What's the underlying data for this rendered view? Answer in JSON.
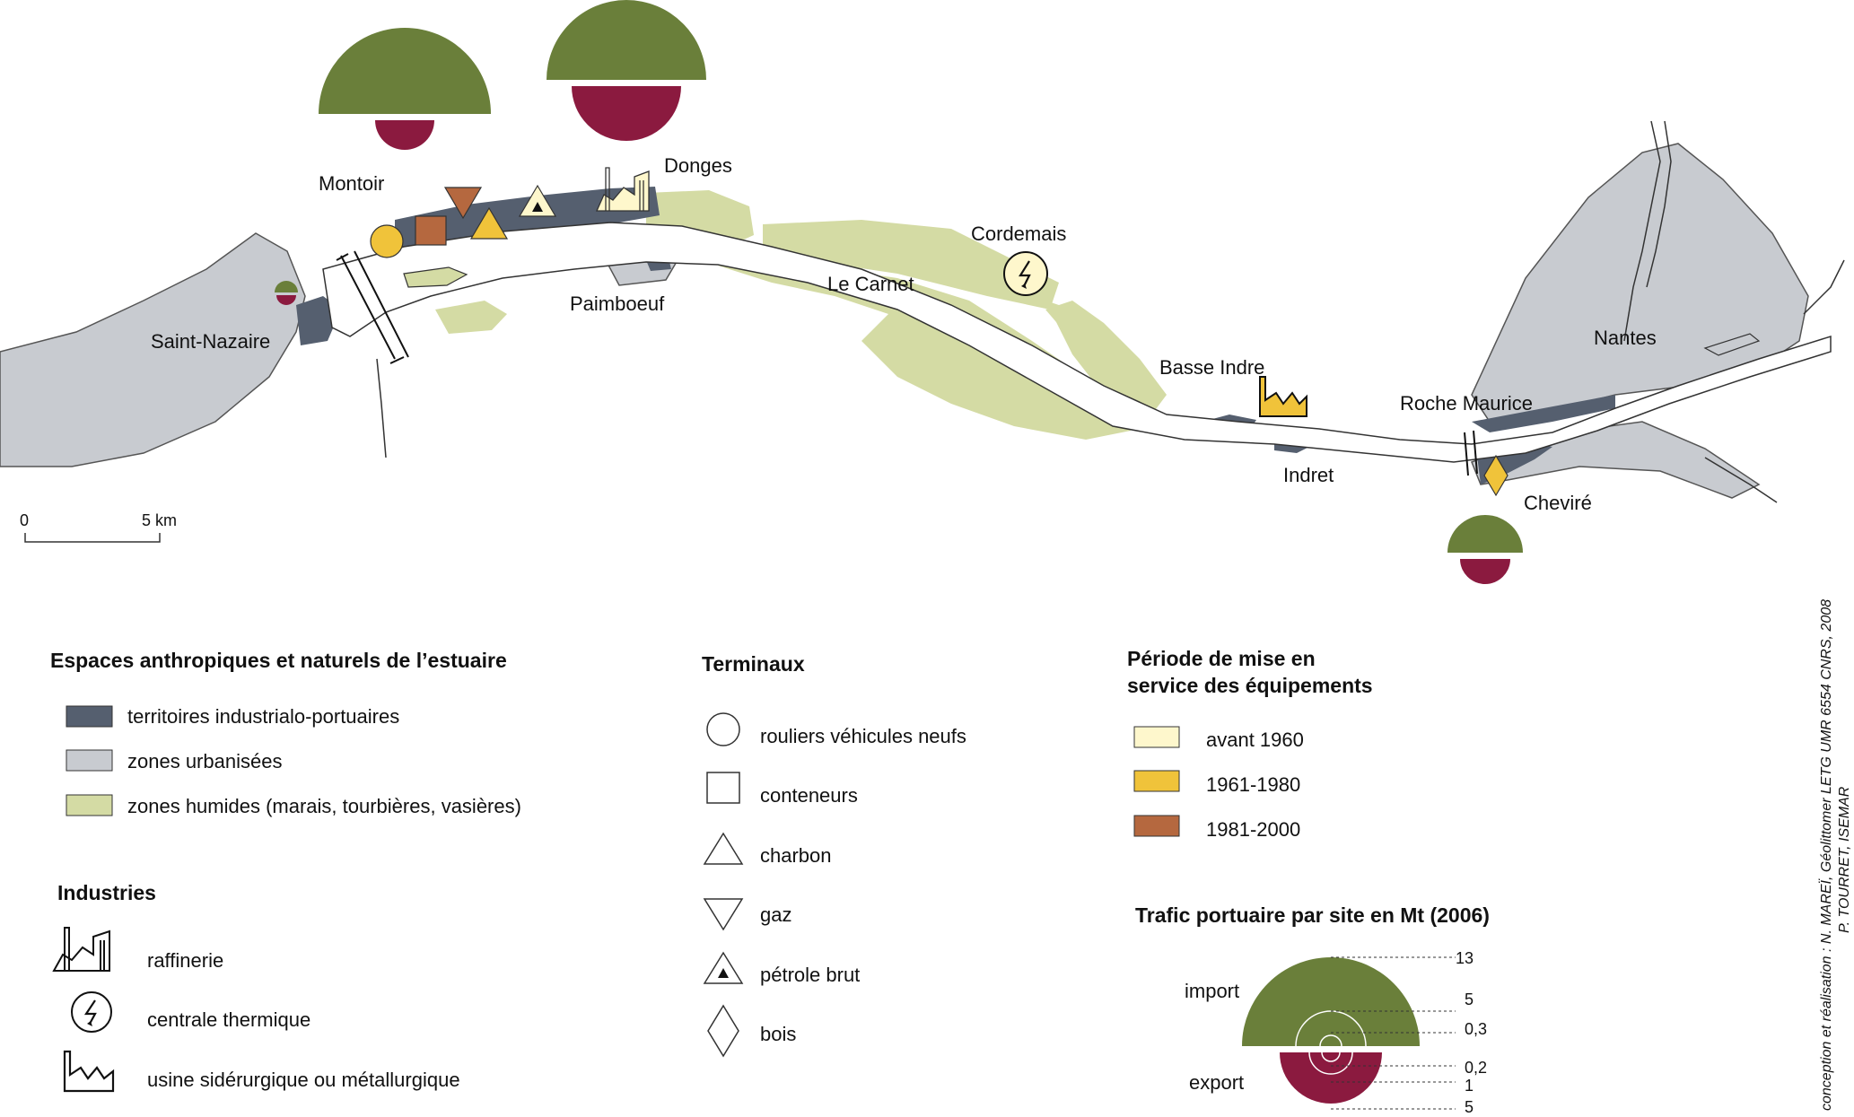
{
  "colors": {
    "industrial": "#555f6f",
    "urban": "#c8cbd0",
    "wetland": "#d4dba4",
    "period_before_1960": "#fef7cc",
    "period_1961_1980": "#f0c33a",
    "period_1981_2000": "#b5683f",
    "import": "#6a7f3a",
    "export": "#8b1a3f"
  },
  "places": {
    "saint_nazaire": "Saint-Nazaire",
    "montoir": "Montoir",
    "donges": "Donges",
    "paimboeuf": "Paimboeuf",
    "le_carnet": "Le Carnet",
    "cordemais": "Cordemais",
    "basse_indre": "Basse Indre",
    "indret": "Indret",
    "roche_maurice": "Roche Maurice",
    "nantes": "Nantes",
    "chevire": "Cheviré"
  },
  "scale": {
    "zero": "0",
    "five": "5 km"
  },
  "legend_spaces": {
    "title": "Espaces anthropiques et naturels de l’estuaire",
    "items": [
      "territoires industrialo-portuaires",
      "zones urbanisées",
      "zones humides (marais, tourbières, vasières)"
    ]
  },
  "legend_industries": {
    "title": "Industries",
    "items": [
      "raffinerie",
      "centrale thermique",
      "usine sidérurgique ou métallurgique"
    ]
  },
  "legend_terminals": {
    "title": "Terminaux",
    "items": [
      "rouliers véhicules neufs",
      "conteneurs",
      "charbon",
      "gaz",
      "pétrole brut",
      "bois"
    ]
  },
  "legend_period": {
    "title_line1": "Période de mise en",
    "title_line2": "service des équipements",
    "items": [
      "avant 1960",
      "1961-1980",
      "1981-2000"
    ]
  },
  "legend_traffic": {
    "title": "Trafic portuaire par site en Mt (2006)",
    "import_label": "import",
    "export_label": "export",
    "import_values": [
      "13",
      "5",
      "0,3"
    ],
    "export_values": [
      "0,2",
      "1",
      "5"
    ]
  },
  "credit": {
    "line1": "conception et réalisation : N. MAREÏ, Géolittomer LETG UMR 6554 CNRS, 2008",
    "line2": "P. TOURRET, ISEMAR"
  }
}
